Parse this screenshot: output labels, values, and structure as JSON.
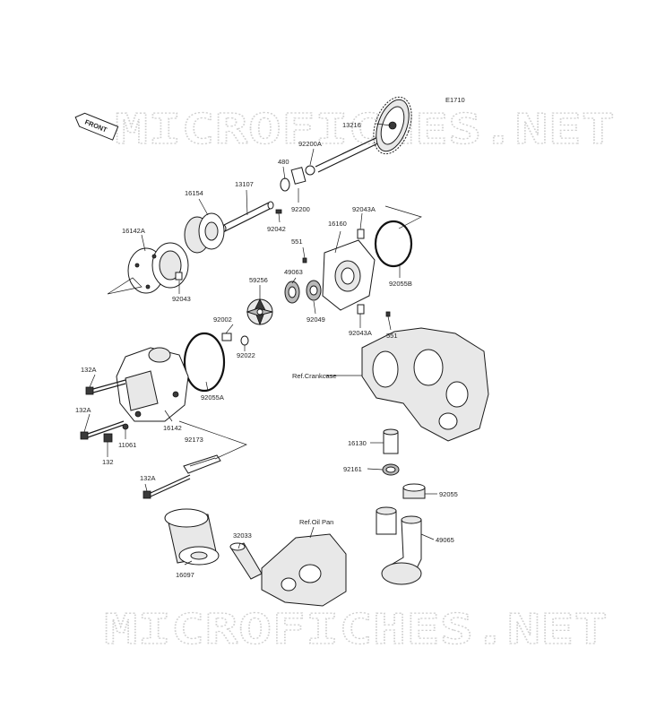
{
  "diagram_code": "E1710",
  "front_badge": "FRONT",
  "watermarks": [
    "MICROFICHES.NET",
    "MICROFICHES.NET"
  ],
  "references": {
    "crankcase": "Ref.Crankcase",
    "oil_pan": "Ref.Oil Pan"
  },
  "parts": [
    "13216",
    "92200A",
    "480",
    "92200",
    "16154",
    "13107",
    "92042",
    "16142A",
    "92043",
    "92043A",
    "16160",
    "551",
    "49063",
    "92055B",
    "59256",
    "92049",
    "92002",
    "92022",
    "551",
    "92043A",
    "132A",
    "132A",
    "132",
    "11061",
    "16142",
    "92055A",
    "92173",
    "132A",
    "16130",
    "92161",
    "92055",
    "49065",
    "32033",
    "16097"
  ]
}
